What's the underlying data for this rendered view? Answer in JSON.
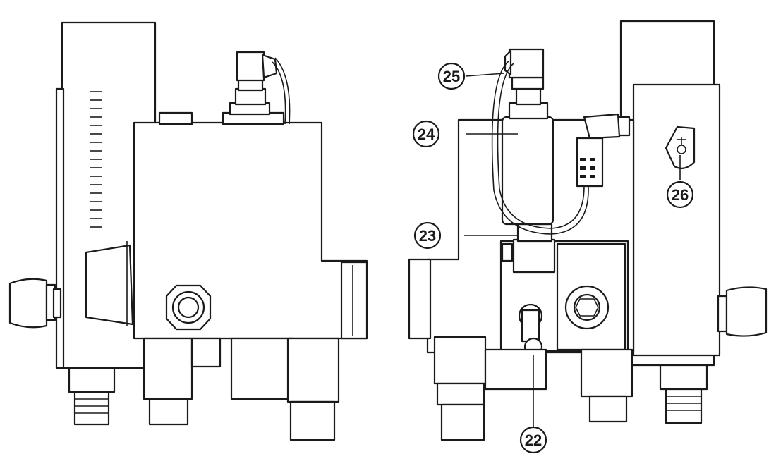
{
  "figure": {
    "title": "",
    "left_view": {},
    "right_view": {
      "callouts": [
        {
          "id": "callout-25",
          "label": "25",
          "target": "pressure-sensor-cable-connector"
        },
        {
          "id": "callout-24",
          "label": "24",
          "target": "pressure-sensor"
        },
        {
          "id": "callout-23",
          "label": "23",
          "target": "sensor-mounting-port"
        },
        {
          "id": "callout-22",
          "label": "22",
          "target": "shut-off-lever"
        },
        {
          "id": "callout-26",
          "label": "26",
          "target": "ground-connection-symbol"
        }
      ]
    }
  },
  "colors": {
    "line": "#1a1a1a",
    "background": "#ffffff"
  },
  "icons": {
    "ground": "ground-symbol-icon"
  }
}
